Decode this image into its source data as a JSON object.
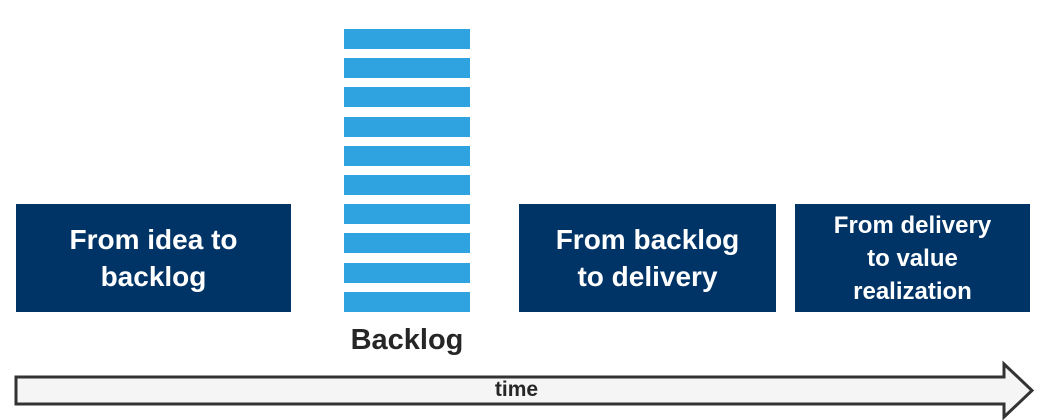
{
  "stages": [
    {
      "label": "From idea to\nbacklog"
    },
    {
      "label": "From backlog\nto delivery"
    },
    {
      "label": "From delivery\nto value\nrealization"
    }
  ],
  "backlog": {
    "label": "Backlog",
    "item_count": 10,
    "bar_color": "#2ea3df"
  },
  "timeline": {
    "label": "time"
  },
  "colors": {
    "stage_box": "#003366",
    "arrow_fill": "#f5f5f5",
    "arrow_stroke": "#333333",
    "text_dark": "#262626"
  }
}
